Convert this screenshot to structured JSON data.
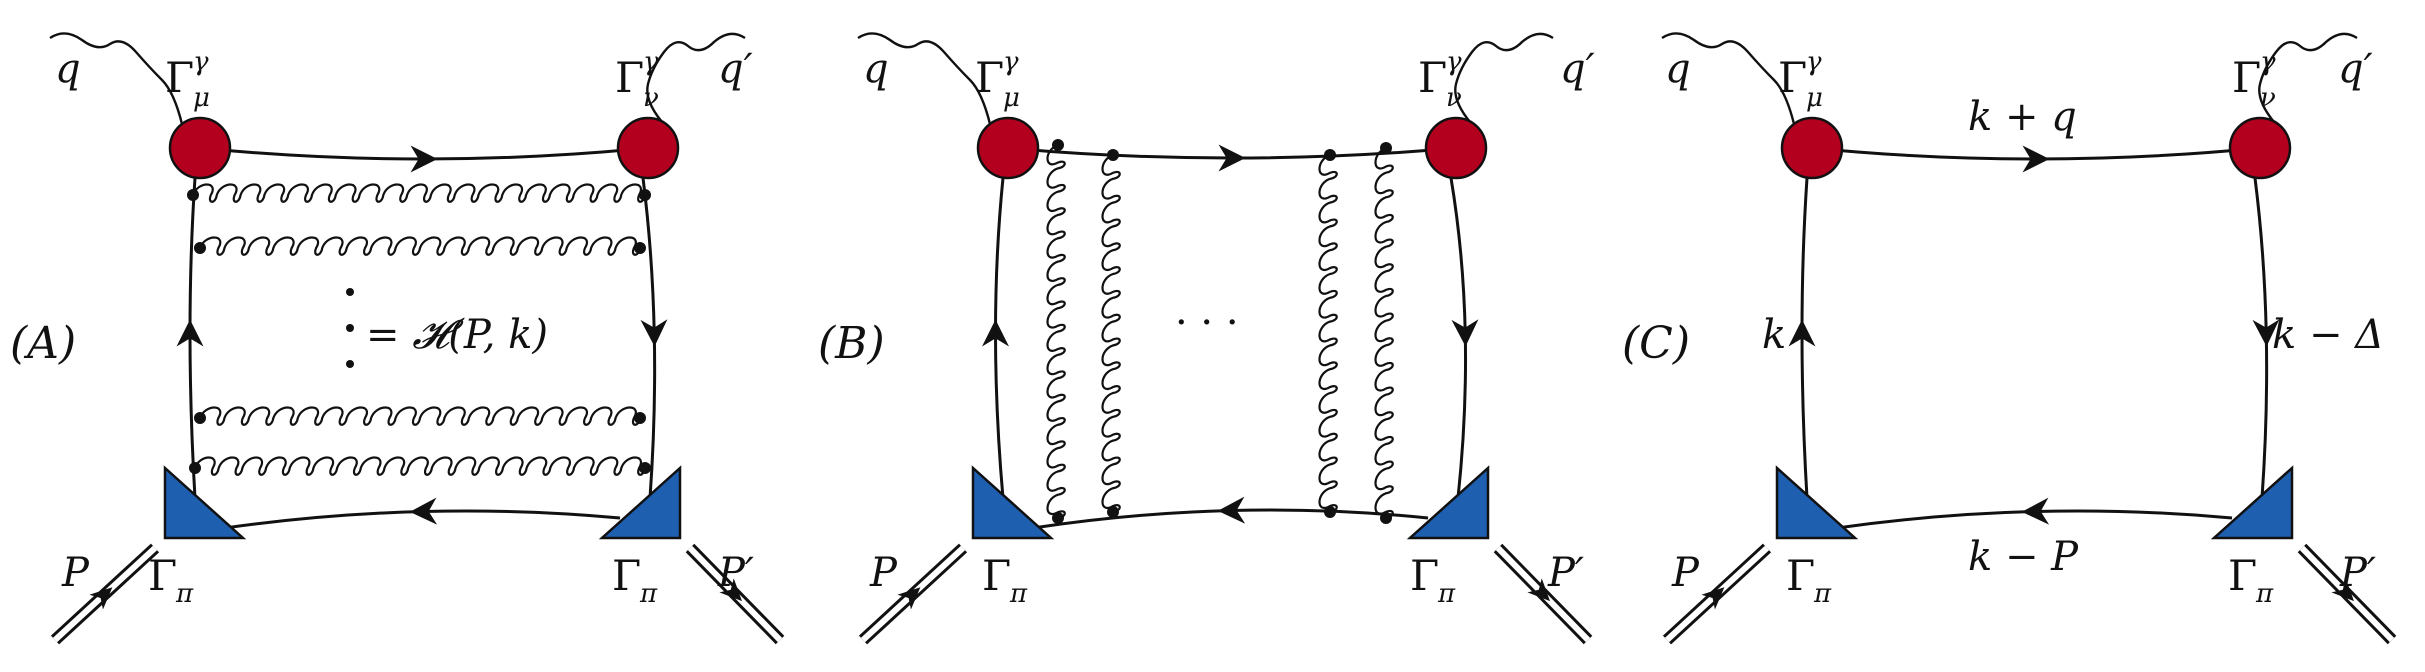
{
  "colors": {
    "line": "#111111",
    "photon_vertex": "#b3001e",
    "pion_vertex": "#1f5fb0",
    "background": "#ffffff"
  },
  "panels": [
    {
      "id": "A",
      "label": "(A)",
      "photon_in": "q",
      "photon_out": "q′",
      "gamma_vertex_left": "Γ",
      "gamma_vertex_left_sup": "γ",
      "gamma_vertex_left_sub": "μ",
      "gamma_vertex_right": "Γ",
      "gamma_vertex_right_sup": "γ",
      "gamma_vertex_right_sub": "ν",
      "pion_vertex_left": "Γ",
      "pion_vertex_left_sub": "π",
      "pion_vertex_right": "Γ",
      "pion_vertex_right_sub": "π",
      "pion_in": "P",
      "pion_out": "P′",
      "kernel_label": "= 𝓗(P, k)"
    },
    {
      "id": "B",
      "label": "(B)",
      "photon_in": "q",
      "photon_out": "q′",
      "gamma_vertex_left": "Γ",
      "gamma_vertex_left_sup": "γ",
      "gamma_vertex_left_sub": "μ",
      "gamma_vertex_right": "Γ",
      "gamma_vertex_right_sup": "γ",
      "gamma_vertex_right_sub": "ν",
      "pion_vertex_left": "Γ",
      "pion_vertex_left_sub": "π",
      "pion_vertex_right": "Γ",
      "pion_vertex_right_sub": "π",
      "pion_in": "P",
      "pion_out": "P′",
      "ellipsis": "· · ·"
    },
    {
      "id": "C",
      "label": "(C)",
      "photon_in": "q",
      "photon_out": "q′",
      "gamma_vertex_left": "Γ",
      "gamma_vertex_left_sup": "γ",
      "gamma_vertex_left_sub": "μ",
      "gamma_vertex_right": "Γ",
      "gamma_vertex_right_sup": "γ",
      "gamma_vertex_right_sub": "ν",
      "pion_vertex_left": "Γ",
      "pion_vertex_left_sub": "π",
      "pion_vertex_right": "Γ",
      "pion_vertex_right_sub": "π",
      "pion_in": "P",
      "pion_out": "P′",
      "momentum_top": "k + q",
      "momentum_left": "k",
      "momentum_right": "k − Δ",
      "momentum_bottom": "k − P"
    }
  ]
}
